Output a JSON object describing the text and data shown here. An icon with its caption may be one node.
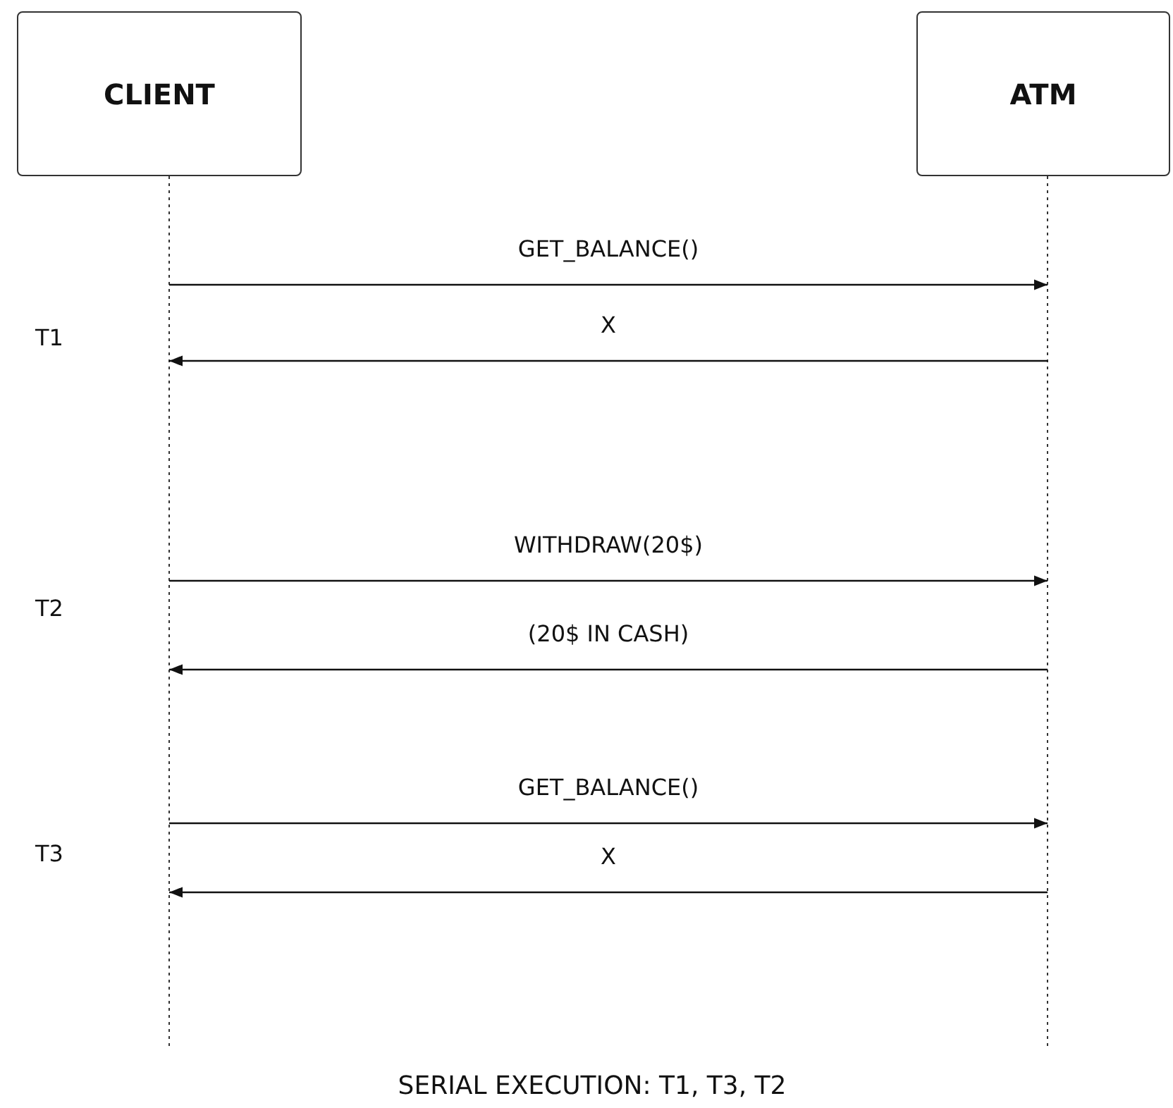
{
  "diagram": {
    "caption": "SERIAL EXECUTION: T1, T3, T2",
    "nodes": [
      {
        "text": [
          "CLIENT"
        ]
      },
      {
        "text": [
          "ATM"
        ]
      }
    ],
    "edges": [
      {
        "from": 0,
        "to": 1,
        "arrow": "to",
        "label": "GET_BALANCE()"
      },
      {
        "from": 1,
        "to": 0,
        "arrow": "to",
        "label": "X"
      },
      {
        "from": 0,
        "to": 1,
        "arrow": "to",
        "label": "WITHDRAW(20$)"
      },
      {
        "from": 1,
        "to": 0,
        "arrow": "to",
        "label": "(20$ IN CASH)"
      },
      {
        "from": 0,
        "to": 1,
        "arrow": "to",
        "label": "GET_BALANCE()"
      },
      {
        "from": 1,
        "to": 0,
        "arrow": "to",
        "label": "X"
      }
    ],
    "labels": [
      "T1",
      "T2",
      "T3"
    ]
  }
}
